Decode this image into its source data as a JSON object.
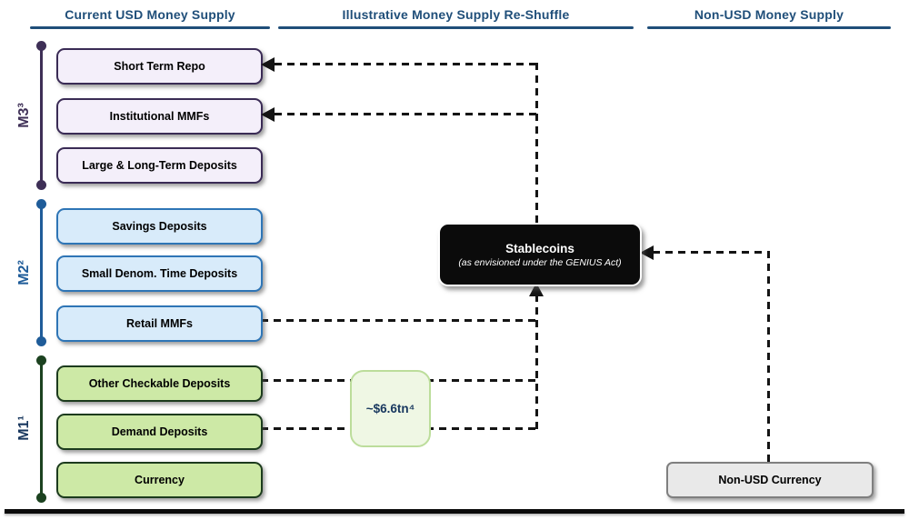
{
  "headers": [
    {
      "label": "Current USD Money Supply"
    },
    {
      "label": "Illustrative Money Supply Re-Shuffle"
    },
    {
      "label": "Non-USD Money Supply"
    }
  ],
  "aggregates": [
    {
      "label": "M3³",
      "group": "M3"
    },
    {
      "label": "M2²",
      "group": "M2"
    },
    {
      "label": "M1¹",
      "group": "M1"
    }
  ],
  "supply_boxes": [
    {
      "label": "Short Term Repo",
      "group": "M3"
    },
    {
      "label": "Institutional MMFs",
      "group": "M3"
    },
    {
      "label": "Large & Long-Term Deposits",
      "group": "M3"
    },
    {
      "label": "Savings Deposits",
      "group": "M2"
    },
    {
      "label": "Small Denom. Time Deposits",
      "group": "M2"
    },
    {
      "label": "Retail MMFs",
      "group": "M2"
    },
    {
      "label": "Other Checkable Deposits",
      "group": "M1"
    },
    {
      "label": "Demand Deposits",
      "group": "M1"
    },
    {
      "label": "Currency",
      "group": "M1"
    }
  ],
  "stablecoins": {
    "title": "Stablecoins",
    "subtitle": "(as envisioned under the GENIUS Act)"
  },
  "amount_box": {
    "label": "~$6.6tn⁴"
  },
  "non_usd_currency": {
    "label": "Non-USD Currency"
  },
  "colors": {
    "header_text": "#1F4E79",
    "m3_fill": "#F4EFFA",
    "m3_border": "#3A2B55",
    "m3_label": "#3E2F56",
    "m2_fill": "#D8EBFA",
    "m2_border": "#2E75B6",
    "m2_label": "#1F5C99",
    "m1_fill": "#CDE9A6",
    "m1_border": "#1C3B1D",
    "m1_label": "#17365D",
    "m1_bracket": "#1C4220",
    "stablecoin_fill": "#0b0b0b",
    "amount_fill": "#EFF7E4",
    "amount_border": "#BCDD9B",
    "amount_text": "#17375E",
    "non_usd_fill": "#E9E9E9",
    "non_usd_border": "#7F7F7F",
    "connector": "#141414"
  }
}
